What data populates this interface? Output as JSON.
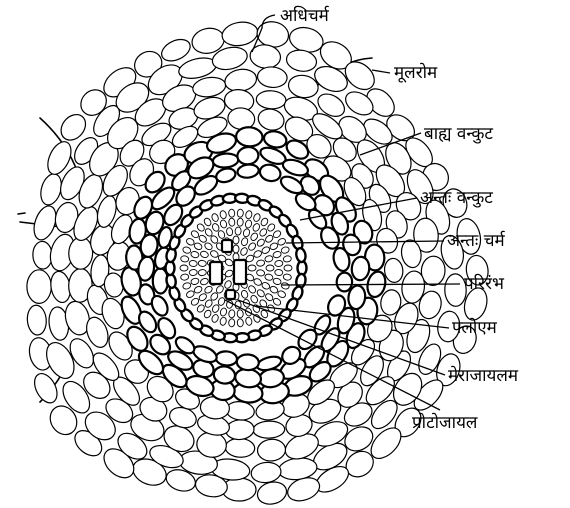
{
  "labels": {
    "epidermis": "अधिचर्म",
    "root_hair": "मूलरोम",
    "outer_cortex": "बाह्य वन्कुट",
    "inner_cortex": "अन्तः वन्कुट",
    "endodermis": "अन्तः चर्म",
    "pericycle": "परिरंभ",
    "phloem": "फ्लोएम",
    "metaxylem": "मेराजायलम",
    "protoxylem": "प्रोटोजायल"
  },
  "colors": {
    "ink": "#000000",
    "paper": "#ffffff"
  }
}
